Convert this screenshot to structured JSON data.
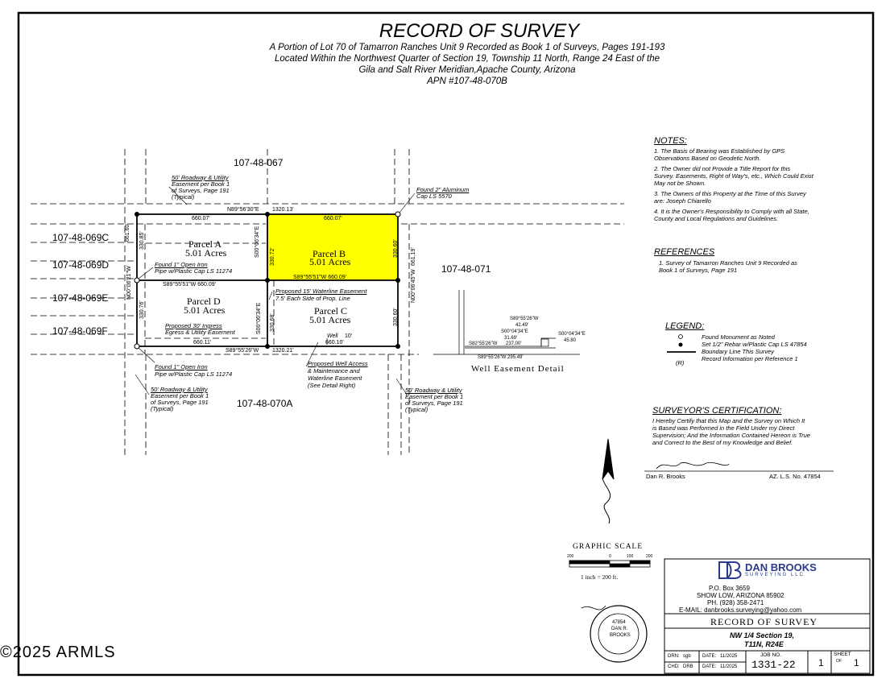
{
  "header": {
    "title": "RECORD OF SURVEY",
    "lines": [
      "A Portion of Lot 70 of Tamarron Ranches Unit 9 Recorded as Book 1 of  Surveys, Pages 191-193",
      "Located Within the Northwest Quarter of Section 19, Township 11 North, Range 24 East of the",
      "Gila and Salt River Meridian,Apache County, Arizona",
      "APN #107-48-070B"
    ]
  },
  "map": {
    "apn_north": "107-48-067",
    "apn_east": "107-48-071",
    "apn_south": "107-48-070A",
    "apn_west": [
      "107-48-069C",
      "107-48-069D",
      "107-48-069E",
      "107-48-069F"
    ],
    "highlight_color": "#ffff00",
    "parcels": {
      "a": {
        "name": "Parcel A",
        "area": "5.01 Acres"
      },
      "b": {
        "name": "Parcel B",
        "area": "5.01 Acres"
      },
      "c": {
        "name": "Parcel C",
        "area": "5.01 Acres"
      },
      "d": {
        "name": "Parcel D",
        "area": "5.01 Acres"
      }
    },
    "labels": {
      "north_bearing": "N89°56'30\"E",
      "north_dist": "1320.13'",
      "top_left_dist": "660.07'",
      "top_right_dist": "660.07'",
      "mid_bearing": "S89°55'51\"W  660.09'",
      "mid_right": "S89°55'51\"W  660.09'",
      "south_bearing": "S89°55'26\"W",
      "south_dist": "1320.21'",
      "south_left": "660.11'",
      "south_right": "660.10'",
      "west_upper": "661.60'",
      "west_upper2": "330.85'",
      "west_bearing": "N00°06'21\"W",
      "west_lower": "330.76'",
      "center_upper": "S00°06'34\"E",
      "center_upper_dist": "330.72'",
      "center_lower": "S00°06'34\"E",
      "center_lower_dist": "330.68'",
      "east_bearing": "N00°06'45\"W",
      "east_dist": "661.19'",
      "east_upper": "330.60'",
      "east_lower": "330.60'",
      "well": "Well",
      "well_dim": "10'"
    },
    "callouts": {
      "roadway_nw": [
        "50' Roadway & Utility",
        "Easement per Book 1",
        "of Surveys, Page 191",
        "(Typical)"
      ],
      "found_cap": [
        "Found 2\" Aluminum",
        "Cap LS 5570"
      ],
      "found_iron_1": [
        "Found 1\" Open Iron",
        "Pipe w/Plastic Cap LS 11274"
      ],
      "waterline": [
        "Proposed 15' Waterline Easement",
        "7.5' Each Side of Prop. Line"
      ],
      "ingress": [
        "Proposed 30' Ingress",
        "Egress & Utility Easement"
      ],
      "found_iron_2": [
        "Found 1\" Open Iron",
        "Pipe w/Plastic Cap LS 11274"
      ],
      "well_access": [
        "Proposed Well Access",
        "& Maintenance and",
        "Waterline Easement",
        "(See Detail Right)"
      ],
      "roadway_sw": [
        "50' Roadway & Utility",
        "Easement per Book 1",
        "of Surveys, Page 191",
        "(Typical)"
      ],
      "roadway_se": [
        "50' Roadway & Utility",
        "Easement per Book 1",
        "of Surveys, Page 191",
        "(Typical)"
      ]
    },
    "detail": {
      "title": "Well Easement Detail",
      "l1": "S89°55'26\"W",
      "l2": "42.49'",
      "l3": "S00°04'34\"E",
      "l4": "31.69'",
      "l5": "S82°55'26\"W",
      "l6": "237.00'",
      "l7": "S89°55'26\"W  295.49'",
      "l8": "S00°04'34\"E",
      "l9": "45.80"
    }
  },
  "notes": {
    "heading": "NOTES:",
    "items": [
      [
        "1.   The Basis of Bearing was Established by GPS",
        "Observations Based on Geodetic North."
      ],
      [
        "2.   The Owner did not Provide a Title Report   for this",
        "Survey. Easements, Right of Way's, etc., Which Could Exist",
        "May not be Shown."
      ],
      [
        "3.   The Owners of this Property at the Time of this Survey",
        "are:   Joseph Chiarello"
      ],
      [
        "4.   It is the Owner's Responsibility to Comply with all State,",
        "County and Local Regulations and Guidelines."
      ]
    ]
  },
  "references": {
    "heading": "REFERENCES",
    "lines": [
      "1. Survey of Tamarron Ranches Unit 9 Recorded as",
      "Book 1 of Surveys, Page 191"
    ]
  },
  "legend": {
    "heading": "LEGEND:",
    "items": [
      {
        "symbol": "○",
        "text": "Found Monument as Noted"
      },
      {
        "symbol": "●",
        "text": "Set 1/2\" Rebar w/Plastic Cap LS 47854"
      },
      {
        "symbol": "",
        "text": "Boundary Line This Survey"
      },
      {
        "symbol": "(R)",
        "text": "Record Information per Reference 1"
      }
    ]
  },
  "certification": {
    "heading": "SURVEYOR'S CERTIFICATION:",
    "lines": [
      "I Hereby Certify that this Map and the Survey on Which It",
      "is Based was Performed in the Field Under my Direct",
      "Supervision; And the Information Contained Hereon is True",
      "and Correct to the Best of my Knowledge and Belief."
    ],
    "name": "Dan R. Brooks",
    "license": "AZ. L.S. No. 47854"
  },
  "scale": {
    "title": "GRAPHIC SCALE",
    "ticks": [
      "200",
      "0",
      "100",
      "200"
    ],
    "note": "1 inch = 200 ft."
  },
  "seal": {
    "number": "47854",
    "name1": "DAN R.",
    "name2": "BROOKS"
  },
  "title_block": {
    "company": "DAN BROOKS",
    "company_sub": "SURVEYING LLC",
    "address": [
      "P.O. Box 3659",
      "SHOW LOW, ARIZONA   85902",
      "PH. (928) 358-2471",
      "E-MAIL: danbrooks.surveying@yahoo.com"
    ],
    "doc_title": "RECORD OF SURVEY",
    "location1": "NW 1/4 Section 19,",
    "location2": "T11N, R24E",
    "drn_label": "DRN:",
    "drn": "sgb",
    "chd_label": "CHD:",
    "chd": "DRB",
    "date_label": "DATE:",
    "date1": "11/2025",
    "date2": "11/2025",
    "job_label": "JOB NO.",
    "job": "1331-22",
    "sheet_label": "SHEET",
    "sheet": "1",
    "of": "OF",
    "sheet_total": "1"
  },
  "watermark": "©2025 ARMLS"
}
